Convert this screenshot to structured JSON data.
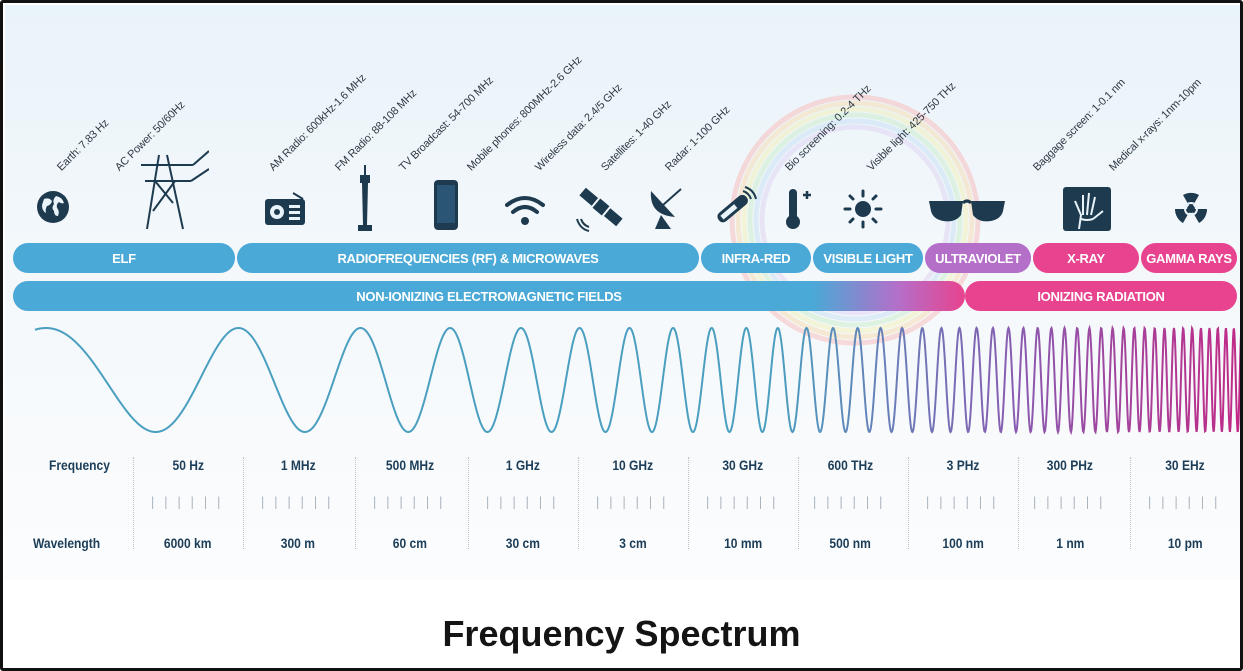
{
  "title": "Frequency Spectrum",
  "applications": [
    "Earth: 7.83 Hz",
    "AC Power: 50/60Hz",
    "AM Radio: 600kHz-1.6 MHz",
    "FM Radio: 88-108 MHz",
    "TV Broadcast: 54-700 MHz",
    "Mobile phones: 800MHz-2.6 GHz",
    "Wireless data: 2.4/5 GHz",
    "Satellites: 1-40 GHz",
    "Radar: 1-100 GHz",
    "Bio screening: 0.2-4 THz",
    "Visible light: 425-750 THz",
    "Baggage screen: 1-0.1 nm",
    "Medical x-rays: 1nm-10pm"
  ],
  "icons": [
    "globe-icon",
    "power-tower-icon",
    "radio-icon",
    "broadcast-tower-icon",
    "mobile-phone-icon",
    "wifi-icon",
    "satellite-icon",
    "radar-dish-icon",
    "ir-thermometer-icon",
    "thermometer-icon",
    "sun-icon",
    "sunglasses-icon",
    "xray-hand-icon",
    "radiation-icon"
  ],
  "bands": [
    "ELF",
    "RADIOFREQUENCIES (RF) & MICROWAVES",
    "INFRA-RED",
    "VISIBLE LIGHT",
    "ULTRAVIOLET",
    "X-RAY",
    "GAMMA RAYS"
  ],
  "categories": [
    "NON-IONIZING ELECTROMAGNETIC FIELDS",
    "IONIZING RADIATION"
  ],
  "scale": {
    "frequency_label": "Frequency",
    "wavelength_label": "Wavelength",
    "frequency": [
      "50 Hz",
      "1 MHz",
      "500 MHz",
      "1 GHz",
      "10 GHz",
      "30 GHz",
      "600 THz",
      "3 PHz",
      "300 PHz",
      "30 EHz"
    ],
    "wavelength": [
      "6000 km",
      "300 m",
      "60 cm",
      "30 cm",
      "3 cm",
      "10 mm",
      "500 nm",
      "100 nm",
      "1 nm",
      "10 pm"
    ]
  },
  "colors": {
    "nonionizing": "#4aa9d6",
    "ultraviolet": "#b46fc9",
    "ionizing": "#e8438e",
    "wave_start": "#4a9fc0",
    "wave_end": "#c02a86"
  }
}
